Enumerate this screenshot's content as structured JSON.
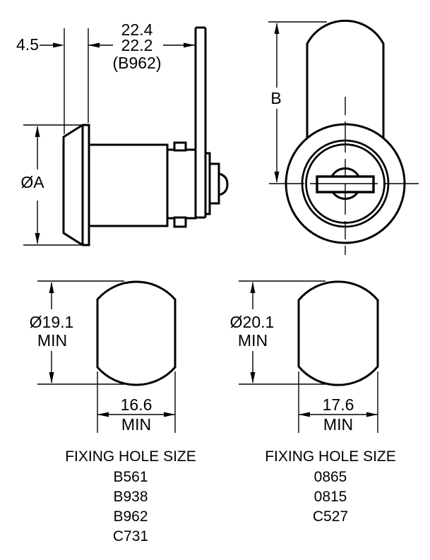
{
  "palette": {
    "background": "#ffffff",
    "line": "#000000"
  },
  "drawing": {
    "side_view": {
      "dim_flange_thickness": "4.5",
      "dim_grip_max": "22.4",
      "dim_grip_min": "22.2",
      "dim_grip_note": "(B962)",
      "dim_head_diameter": "ØA"
    },
    "front_view": {
      "dim_cam_height": "B"
    },
    "fixing_hole_left": {
      "dim_diameter": "Ø19.1",
      "dim_diameter_qual": "MIN",
      "dim_width": "16.6",
      "dim_width_qual": "MIN",
      "caption_title": "FIXING HOLE SIZE",
      "models": [
        "B561",
        "B938",
        "B962",
        "C731"
      ]
    },
    "fixing_hole_right": {
      "dim_diameter": "Ø20.1",
      "dim_diameter_qual": "MIN",
      "dim_width": "17.6",
      "dim_width_qual": "MIN",
      "caption_title": "FIXING HOLE SIZE",
      "models": [
        "0865",
        "0815",
        "C527"
      ]
    }
  }
}
